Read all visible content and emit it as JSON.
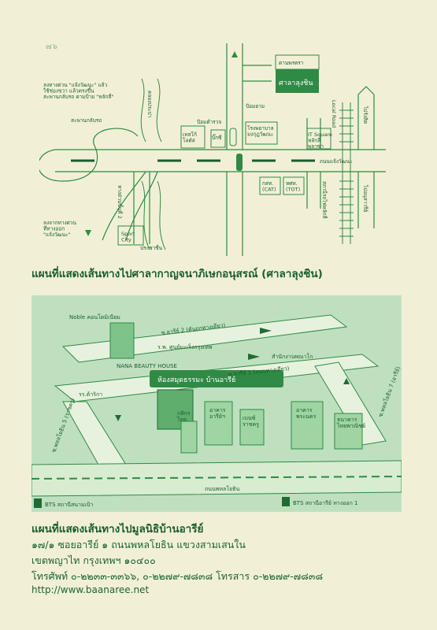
{
  "page_number": "๗๖",
  "map1": {
    "labels": {
      "sala_top": "ตานพรตรา",
      "sala": "ศาลาลุงชิน",
      "gas": "ป้อมยาม",
      "hospital": "โรงพยาบาล\nมงกุฎวัฒนะ",
      "police": "ป้อมตำรวจ",
      "lotus": "เทสโก้\nโลตัส",
      "big_c": "บิ๊กซี",
      "it_square": "IT Square\nหลักสี่\nพลาซ่า",
      "cat": "กสท.\n(CAT)",
      "tot": "ทศท.\n(TOT)",
      "chaeng_road": "ถนนแจ้งวัฒนะ",
      "tollway_exit": "ลงทางด่วน \"แจ้งวัฒนะ\" แล้ว\nใช้ช่องขวา แล้วตรงขึ้น\nสะพานกลับรถ ตามป้าย \"หลักสี่\"",
      "bridge": "สะพานกลับรถ",
      "canal": "คลองประปา",
      "express": "ทางด่วนขั้นที่ 2",
      "from_express": "ลงจากทางด่วน\nที่ทางออก\n\"แจ้งวัฒนะ\"",
      "sport_city": "Sport\nCity",
      "prachachuen": "ประชาชื่น",
      "local_road": "Local Road",
      "to_nonthaburi": "ไปรังสิต",
      "to_lak_si": "ไปอนุสาวรีย์",
      "station": "สถานีรถไฟหลักสี่"
    }
  },
  "caption1": "แผนที่แสดงเส้นทางไปศาลากาญจนาภิเษกอนุสรณ์ (ศาลาลุงชิน)",
  "map2": {
    "labels": {
      "noble": "Noble คอนโดมิเนียม",
      "soi_ari2": "ซ.อารีย์ 2 (ตันถกทางเดียว)",
      "hospital": "ร.พ. ศูนย์มะเร็งกรุงเทพ",
      "nana": "NANA BEAUTY HOUSE",
      "office": "สำนักงานพณาโก",
      "soi_ari1": "ซ.อารีย์ 1 (ถนนทางเดียว)",
      "library": "ห้องสมุดธรรมะ บ้านอารีย์",
      "school": "รร.ต้าริกา",
      "soi_phahon5": "ซ.พหลโยธิน 5 (ราชครู)",
      "ari_place": "อาคาร\nอารีย์ฯ",
      "kasikorn": "กสิกร\nไทย",
      "benz": "เบนซ์\nราชครู",
      "pranakorn": "อาคาร\nพระนคร",
      "bangkok_bank": "ธนาคาร\nไทยพาณิชย์",
      "soi_phahon7": "ซ.พหลโยธิน 7 (อารีย์)",
      "phahon_road": "ถนนพหลโยธิน",
      "bts_saphan": "BTS สถานีสนามเป้า",
      "bts_ari": "BTS สถานีอารีย์ ทางออก 1"
    }
  },
  "caption2": "แผนที่แสดงเส้นทางไปมูลนิธิบ้านอารีย์",
  "address": {
    "line1": "๑๗/๑ ซอยอารีย์ ๑ ถนนพหลโยธิน แขวงสามเสนใน",
    "line2": "เขตพญาไท กรุงเทพฯ ๑๐๔๐๐",
    "line3": "โทรศัพท์ ๐-๒๒๓๓-๓๓๖๖, ๐-๒๒๗๙-๗๘๓๘ โทรสาร ๐-๒๒๗๙-๗๘๓๘",
    "url": "http://www.baanaree.net"
  },
  "colors": {
    "background": "#f1f0d6",
    "map_green": "#2f8a45",
    "light_green": "#9fd4a3",
    "text_green": "#1a5e2a"
  }
}
